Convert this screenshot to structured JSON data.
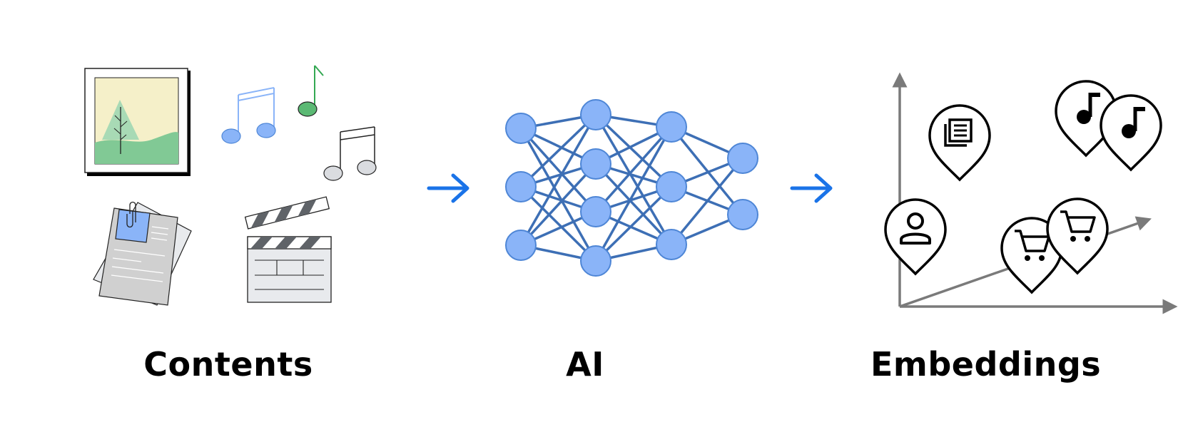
{
  "labels": {
    "contents": "Contents",
    "ai": "AI",
    "embeddings": "Embeddings"
  },
  "colors": {
    "arrow": "#1a73e8",
    "node_fill": "#8ab4f8",
    "node_stroke": "#4e86d6",
    "edge": "#3d6fb5",
    "axis": "#7a7a7a",
    "green_light": "#a8dab5",
    "green": "#81c995",
    "cream": "#f5f0c9",
    "blue_note": "#8ab4f8",
    "green_note": "#5bb974",
    "gray_note": "#dadce0"
  },
  "network": {
    "layers": [
      3,
      4,
      3,
      2
    ]
  },
  "icons": [
    "photo-icon",
    "music-notes-icon",
    "documents-icon",
    "clapperboard-icon",
    "neural-network-icon",
    "arrow-right-icon",
    "location-pin-icon",
    "news-icon",
    "person-icon",
    "cart-icon"
  ]
}
